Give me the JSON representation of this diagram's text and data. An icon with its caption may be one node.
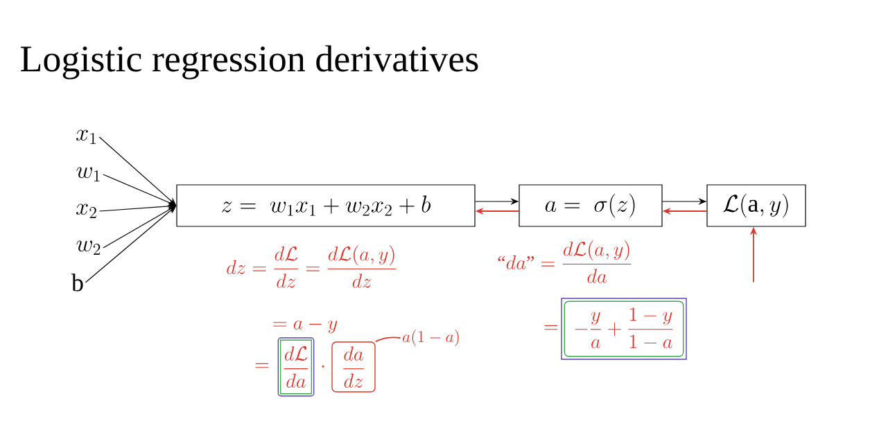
{
  "diagram": {
    "title": "Logistic regression derivatives",
    "nodes": [
      {
        "text": [
          "x_1"
        ]
      },
      {
        "text": [
          "w_1"
        ]
      },
      {
        "text": [
          "x_2"
        ]
      },
      {
        "text": [
          "w_2"
        ]
      },
      {
        "text": [
          "\\mathrm{b}"
        ]
      },
      {
        "text": [
          "z = \\ w_1x_1 + w_2x_2 + b"
        ]
      },
      {
        "text": [
          "a = \\ \\sigma(z)"
        ]
      },
      {
        "text": [
          "\\mathcal{L}(\\mathrm{a}, y)"
        ]
      },
      {
        "text": [
          "\\frac{d\\mathcal{L}}{da}"
        ]
      },
      {
        "text": [
          "\\frac{da}{dz}"
        ]
      },
      {
        "text": [
          "a(1-a)"
        ]
      },
      {
        "text": [
          "-\\frac{y}{a} + \\frac{1-y}{1-a}"
        ]
      }
    ],
    "edges": [
      {
        "from": 0,
        "to": 5,
        "arrow": "to"
      },
      {
        "from": 1,
        "to": 5,
        "arrow": "to"
      },
      {
        "from": 2,
        "to": 5,
        "arrow": "to"
      },
      {
        "from": 3,
        "to": 5,
        "arrow": "to"
      },
      {
        "from": 4,
        "to": 5,
        "arrow": "to"
      },
      {
        "from": 5,
        "to": 6,
        "arrow": "to"
      },
      {
        "from": 6,
        "to": 7,
        "arrow": "to"
      },
      {
        "from": 6,
        "to": 5,
        "arrow": "to",
        "color": "#e0352b"
      },
      {
        "from": 7,
        "to": 6,
        "arrow": "to",
        "color": "#e0352b"
      },
      {
        "from": null,
        "to": 7,
        "arrow": "to",
        "color": "#e0352b"
      },
      {
        "from": 10,
        "to": 9,
        "arrow": "none",
        "color": "#e0352b"
      }
    ],
    "labels": [
      "dz = \\frac{d\\mathcal{L}}{dz} = \\frac{d\\mathcal{L}(a,y)}{dz}",
      "= a - y",
      "=",
      "\\cdot",
      "\\text{``}da\\text{''} = \\frac{d\\mathcal{L}(a,y)}{da}",
      "="
    ]
  }
}
